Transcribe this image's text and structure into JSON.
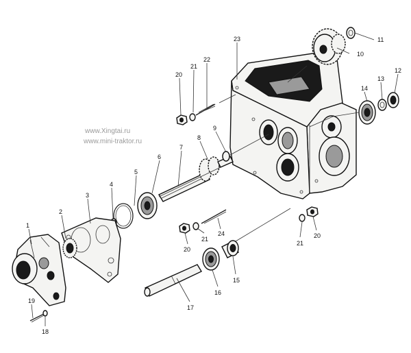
{
  "watermarks": [
    "www.Xingtai.ru",
    "www.mini-traktor.ru"
  ],
  "callouts": [
    "1",
    "2",
    "3",
    "4",
    "5",
    "6",
    "7",
    "8",
    "9",
    "10",
    "11",
    "12",
    "13",
    "14",
    "15",
    "16",
    "17",
    "18",
    "19",
    "20",
    "20",
    "20",
    "21",
    "21",
    "21",
    "22",
    "23",
    "24"
  ]
}
